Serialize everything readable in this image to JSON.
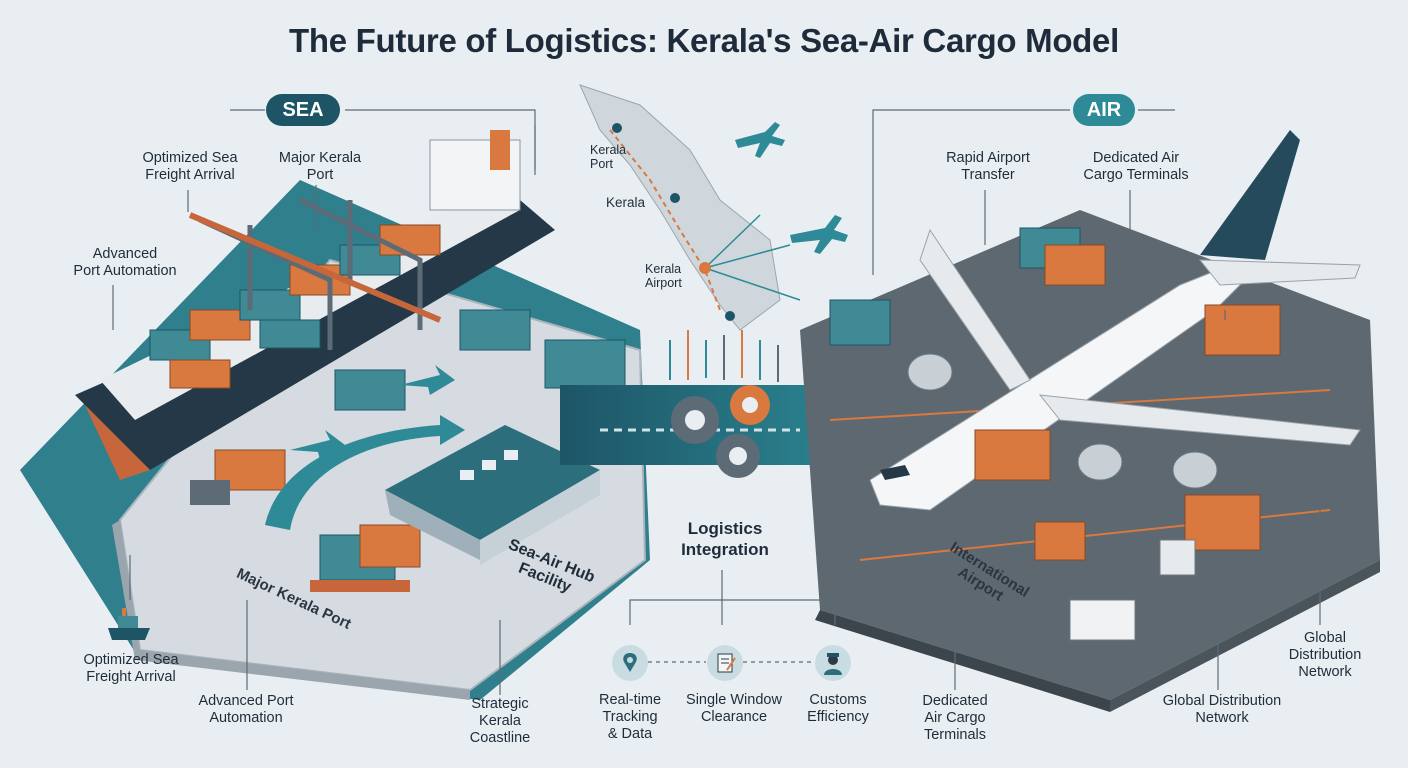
{
  "title": "The Future of Logistics: Kerala's Sea-Air Cargo Model",
  "sea": {
    "badge": "SEA",
    "labels": {
      "optimized_top": "Optimized Sea\nFreight Arrival",
      "major_port_top": "Major Kerala\nPort",
      "automation_top": "Advanced\nPort Automation",
      "optimized_bottom": "Optimized Sea\nFreight Arrival",
      "automation_bottom": "Advanced Port\nAutomation",
      "coastline": "Strategic\nKerala\nCoastline"
    },
    "ground_port": "Major Kerala Port",
    "hub": "Sea-Air Hub\nFacility"
  },
  "map": {
    "kerala_port": "Kerala\nPort",
    "kerala": "Kerala",
    "kerala_airport": "Kerala\nAirport"
  },
  "integration": {
    "title": "Logistics\nIntegration",
    "features": [
      {
        "label": "Real-time\nTracking\n& Data",
        "icon": "location-pin-icon"
      },
      {
        "label": "Single Window\nClearance",
        "icon": "document-pen-icon"
      },
      {
        "label": "Customs\nEfficiency",
        "icon": "customs-officer-icon"
      }
    ]
  },
  "air": {
    "badge": "AIR",
    "labels": {
      "rapid": "Rapid Airport\nTransfer",
      "dedicated_top": "Dedicated Air\nCargo Terminals",
      "dedicated_bottom": "Dedicated\nAir Cargo\nTerminals",
      "global_bottom": "Global Distribution\nNetwork",
      "global_right": "Global\nDistribution\nNetwork"
    },
    "ground_airport": "International\nAirport"
  },
  "colors": {
    "sea_badge": "#1d5566",
    "air_badge": "#2d8a96",
    "container_orange": "#d9783f",
    "container_teal": "#3f8a95",
    "water": "#2f7f8d",
    "platform": "#c9d2d8"
  }
}
